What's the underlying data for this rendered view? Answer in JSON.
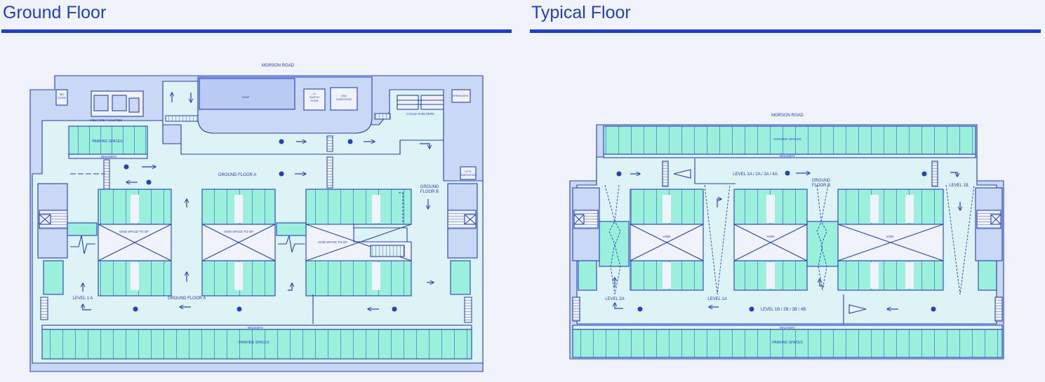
{
  "panels": {
    "ground": {
      "title": "Ground Floor"
    },
    "typical": {
      "title": "Typical Floor"
    }
  },
  "ground": {
    "road": "MORSON ROAD",
    "welfare": "WELFARE FACILITIES",
    "cycle": "CYCLE SHELTERS",
    "parking_left": "PARKING SPACES",
    "walkway_left": "WALKWAY",
    "floor_a_top": "GROUND FLOOR A",
    "floor_b_1": "GROUND",
    "floor_b_2": "FLOOR B",
    "void1": "VOID SPACE TO GF",
    "void2": "VOID SPACE TO GF",
    "void3": "VOID SPACE TO GF",
    "level1a": "LEVEL 1 A",
    "floor_a_bottom": "GROUND FLOOR A",
    "walkway_bottom": "WALKWAY",
    "parking_bottom": "PARKING SPACES",
    "lv_switch_1": "LV",
    "lv_switch_2": "SWITCH",
    "lv_switch_3": "ROOM",
    "substation_1": "DNO",
    "substation_2": "SUBSTATION",
    "ramp": "RAMP",
    "lifts_1": "LIFTS",
    "lifts_2": "SUBSTATION",
    "bin_1": "BIN",
    "bin_2": "STORE",
    "sprinkler": "SPRINKLERS"
  },
  "typical": {
    "road": "MORSON ROAD",
    "parking_top": "PARKING SPACES",
    "walkway_top": "WALKWAY",
    "levels_a": "LEVEL 1A / 2A / 3A / 4A",
    "ground_b_1": "GROUND",
    "ground_b_2": "FLOOR B",
    "level1b": "LEVEL 1B",
    "void1": "VOID",
    "void2": "VOID",
    "void3": "VOID",
    "level2a": "LEVEL 2A",
    "level1a": "LEVEL 1A",
    "levels_b": "LEVEL 1B / 2B / 3B / 4B",
    "walkway_bottom": "WALKWAY",
    "parking_bottom": "PARKING SPACES"
  },
  "colors": {
    "accent": "#1d3fcf",
    "line": "#2340c8",
    "parking": "#9af0db",
    "floor": "#ddf3f5",
    "pale": "#c9d8f5",
    "background": "#f0f3fb"
  }
}
